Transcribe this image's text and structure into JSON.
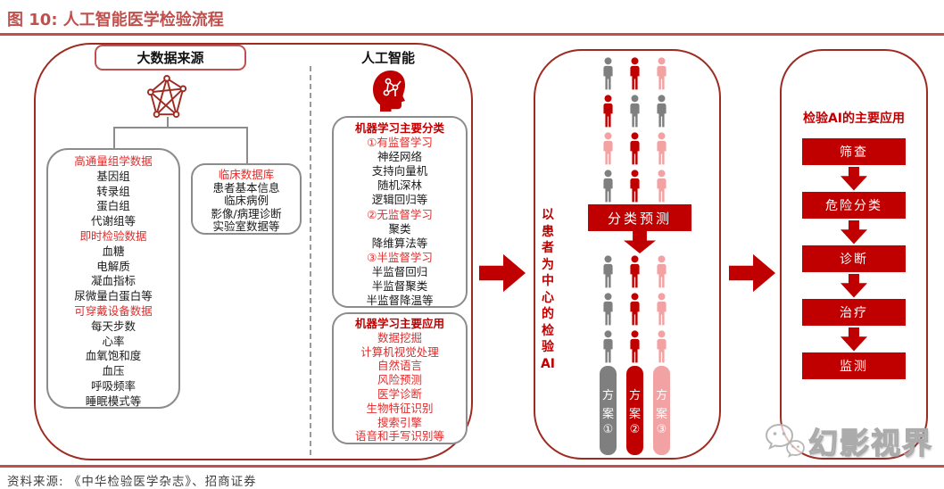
{
  "title": "图 10: 人工智能医学检验流程",
  "source": "资料来源: 《中华检验医学杂志》、招商证券",
  "watermark": "幻影视界",
  "colors": {
    "accent": "#c00000",
    "panel_border": "#9e2b22",
    "title_red": "#c0504d",
    "bright_red_text": "#e32b2b",
    "person": {
      "gray": "#7f7f7f",
      "red": "#c00000",
      "pink": "#f2a2a2"
    }
  },
  "left_panel": {
    "header": "大数据来源",
    "network_icon": "network-icon",
    "data_list": [
      {
        "text": "高通量组学数据",
        "style": "red"
      },
      {
        "text": "基因组",
        "style": "black"
      },
      {
        "text": "转录组",
        "style": "black"
      },
      {
        "text": "蛋白组",
        "style": "black"
      },
      {
        "text": "代谢组等",
        "style": "black"
      },
      {
        "text": "即时检验数据",
        "style": "red"
      },
      {
        "text": "血糖",
        "style": "black"
      },
      {
        "text": "电解质",
        "style": "black"
      },
      {
        "text": "凝血指标",
        "style": "black"
      },
      {
        "text": "尿微量白蛋白等",
        "style": "black"
      },
      {
        "text": "可穿戴设备数据",
        "style": "red"
      },
      {
        "text": "每天步数",
        "style": "black"
      },
      {
        "text": "心率",
        "style": "black"
      },
      {
        "text": "血氧饱和度",
        "style": "black"
      },
      {
        "text": "血压",
        "style": "black"
      },
      {
        "text": "呼吸频率",
        "style": "black"
      },
      {
        "text": "睡眠模式等",
        "style": "black"
      }
    ],
    "clinical_box": [
      {
        "text": "临床数据库",
        "style": "red"
      },
      {
        "text": "患者基本信息",
        "style": "black"
      },
      {
        "text": "临床病例",
        "style": "black"
      },
      {
        "text": "影像/病理诊断",
        "style": "black"
      },
      {
        "text": "实验室数据等",
        "style": "black"
      }
    ],
    "ai_header": "人工智能",
    "ai_icon": "ai-head-icon",
    "ml_class_box": [
      {
        "text": "机器学习主要分类",
        "style": "red-bold"
      },
      {
        "text": "①有监督学习",
        "style": "red"
      },
      {
        "text": "神经网络",
        "style": "black"
      },
      {
        "text": "支持向量机",
        "style": "black"
      },
      {
        "text": "随机深林",
        "style": "black"
      },
      {
        "text": "逻辑回归等",
        "style": "black"
      },
      {
        "text": "②无监督学习",
        "style": "red"
      },
      {
        "text": "聚类",
        "style": "black"
      },
      {
        "text": "降维算法等",
        "style": "black"
      },
      {
        "text": "③半监督学习",
        "style": "red"
      },
      {
        "text": "半监督回归",
        "style": "black"
      },
      {
        "text": "半监督聚类",
        "style": "black"
      },
      {
        "text": "半监督降温等",
        "style": "black"
      }
    ],
    "ml_app_box": [
      {
        "text": "机器学习主要应用",
        "style": "red-bold"
      },
      {
        "text": "数据挖掘",
        "style": "red"
      },
      {
        "text": "计算机视觉处理",
        "style": "red"
      },
      {
        "text": "自然语言",
        "style": "red"
      },
      {
        "text": "风险预测",
        "style": "red"
      },
      {
        "text": "医学诊断",
        "style": "red"
      },
      {
        "text": "生物特征识别",
        "style": "red"
      },
      {
        "text": "搜索引擎",
        "style": "red"
      },
      {
        "text": "语音和手写识别等",
        "style": "red"
      }
    ]
  },
  "middle_panel": {
    "side_label": "以患者为中心的检验AI",
    "side_label_chars": [
      "以",
      "患",
      "者",
      "为",
      "中",
      "心",
      "的",
      "检",
      "验",
      "AI"
    ],
    "top_grid": [
      [
        "gray",
        "red",
        "pink"
      ],
      [
        "red",
        "gray",
        "gray"
      ],
      [
        "pink",
        "red",
        "pink"
      ],
      [
        "gray",
        "red",
        "pink"
      ]
    ],
    "predict_label": "分类预测",
    "bottom_grid": [
      [
        "gray",
        "red",
        "pink"
      ],
      [
        "gray",
        "red",
        "pink"
      ],
      [
        "gray",
        "red",
        "pink"
      ]
    ],
    "plans": [
      {
        "label": "方案①",
        "color": "gray"
      },
      {
        "label": "方案②",
        "color": "red"
      },
      {
        "label": "方案③",
        "color": "pink"
      }
    ]
  },
  "right_panel": {
    "title": "检验AI的主要应用",
    "steps": [
      "筛查",
      "危险分类",
      "诊断",
      "治疗",
      "监测"
    ]
  }
}
